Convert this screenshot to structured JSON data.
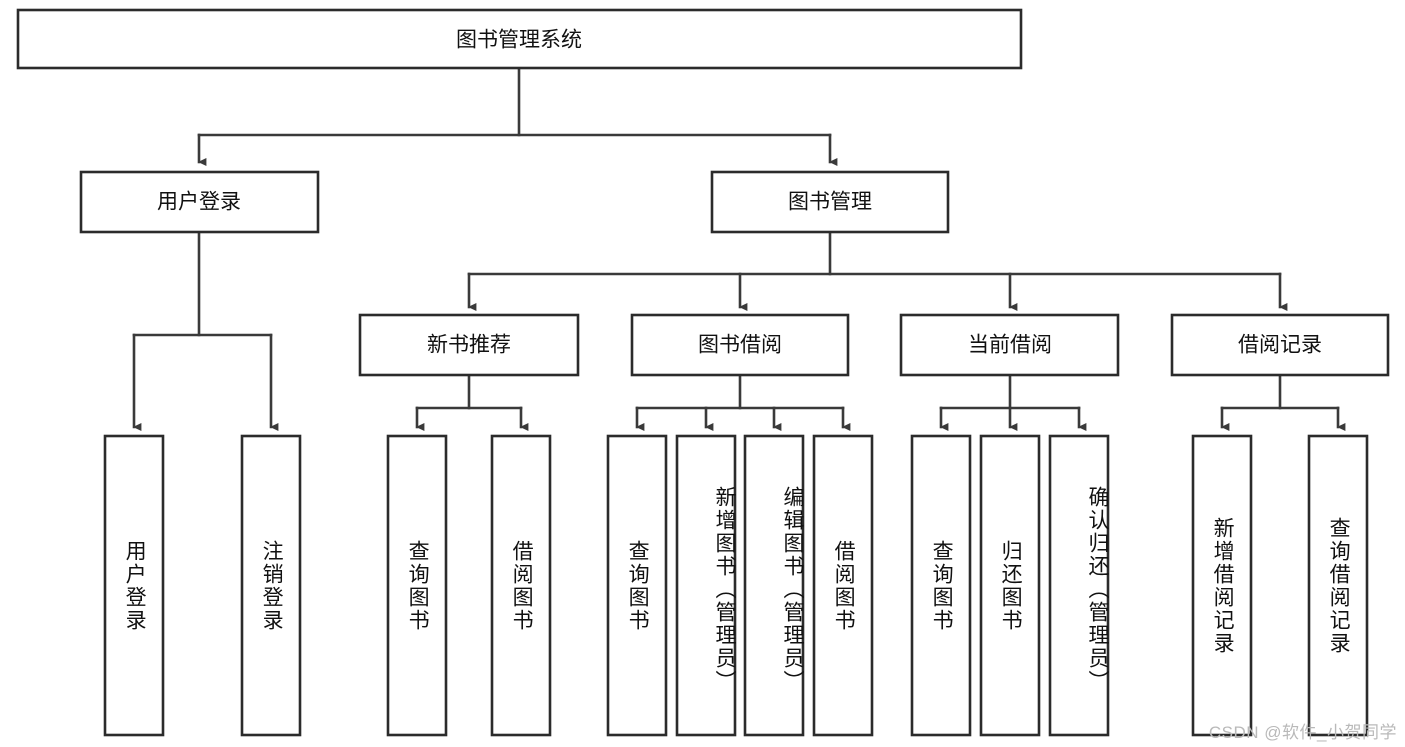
{
  "diagram": {
    "title": "图书管理系统",
    "watermark": "CSDN @软件_小贺同学",
    "type": "hierarchy-tree",
    "stroke_color": "#2b2b2b",
    "fill_color": "#ffffff",
    "root": {
      "label": "图书管理系统"
    },
    "level1": [
      {
        "label": "用户登录"
      },
      {
        "label": "图书管理"
      }
    ],
    "level2": [
      {
        "label": "新书推荐"
      },
      {
        "label": "图书借阅"
      },
      {
        "label": "当前借阅"
      },
      {
        "label": "借阅记录"
      }
    ],
    "leaves": {
      "user_login": [
        {
          "label": "用户登录"
        },
        {
          "label": "注销登录"
        }
      ],
      "new_book_recommend": [
        {
          "label": "查询图书"
        },
        {
          "label": "借阅图书"
        }
      ],
      "book_borrow": [
        {
          "label": "查询图书"
        },
        {
          "label": "新增图书（管理员）"
        },
        {
          "label": "编辑图书（管理员）"
        },
        {
          "label": "借阅图书"
        }
      ],
      "current_borrow": [
        {
          "label": "查询图书"
        },
        {
          "label": "归还图书"
        },
        {
          "label": "确认归还（管理员）"
        }
      ],
      "borrow_record": [
        {
          "label": "新增借阅记录"
        },
        {
          "label": "查询借阅记录"
        }
      ]
    }
  }
}
